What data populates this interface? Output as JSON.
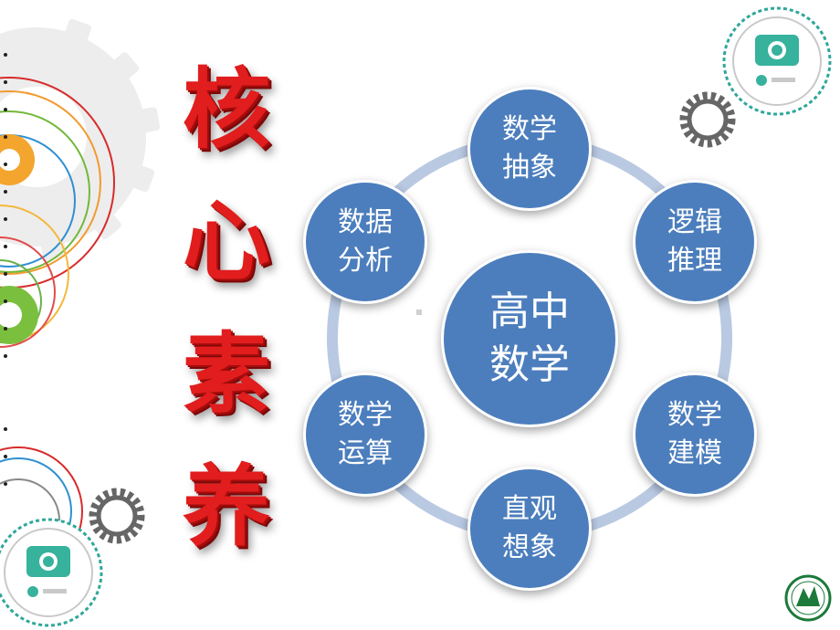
{
  "title_chars": [
    "核",
    "心",
    "素",
    "养"
  ],
  "center": {
    "line1": "高中",
    "line2": "数学"
  },
  "nodes": [
    {
      "id": "shuxue-chouxiang",
      "line1": "数学",
      "line2": "抽象"
    },
    {
      "id": "luoji-tuili",
      "line1": "逻辑",
      "line2": "推理"
    },
    {
      "id": "shuxue-jianmo",
      "line1": "数学",
      "line2": "建模"
    },
    {
      "id": "zhiguan-xiangxiang",
      "line1": "直观",
      "line2": "想象"
    },
    {
      "id": "shuxue-yunsuan",
      "line1": "数学",
      "line2": "运算"
    },
    {
      "id": "shuju-fenxi",
      "line1": "数据",
      "line2": "分析"
    }
  ],
  "colors": {
    "node_fill": "#4c7ebd",
    "ring": "#b9c9e2",
    "title_red": "#e11d1d",
    "badge_teal": "#2ea79a",
    "gear_gray": "#6b6b6b"
  },
  "icons": [
    "camera-badge-icon",
    "gear-icon",
    "watermark-logo-icon"
  ]
}
